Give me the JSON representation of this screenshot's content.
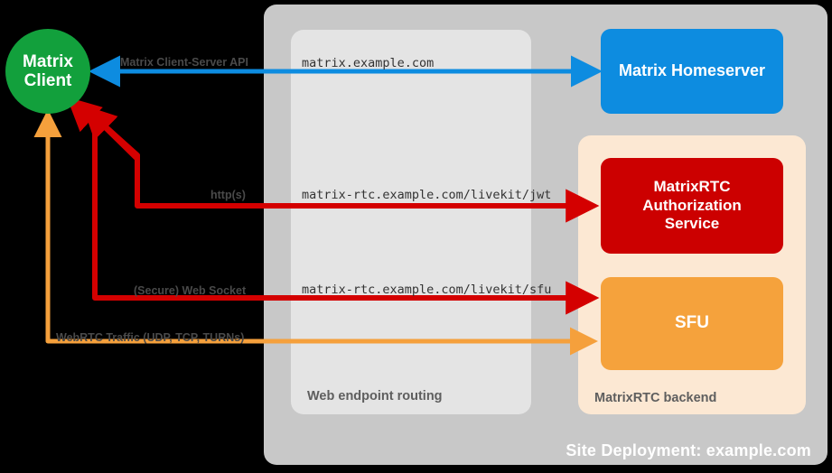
{
  "diagram": {
    "title": "Site Deployment: example.com",
    "colors": {
      "site_container": "#c8c8c8",
      "routing_container": "#e4e4e4",
      "backend_container": "#fce8d3",
      "client": "#12a03c",
      "homeserver": "#0d8ce0",
      "auth_service": "#cc0000",
      "sfu": "#f5a23c",
      "arrow_blue": "#0d8ce0",
      "arrow_red": "#d40000",
      "arrow_orange": "#f5a03c",
      "background": "#000000"
    }
  },
  "containers": {
    "site": {
      "label": "Site Deployment: example.com"
    },
    "routing": {
      "label": "Web endpoint routing"
    },
    "backend": {
      "label": "MatrixRTC backend"
    }
  },
  "nodes": {
    "client": {
      "line1": "Matrix",
      "line2": "Client"
    },
    "homeserver": {
      "label": "Matrix Homeserver"
    },
    "auth": {
      "line1": "MatrixRTC",
      "line2": "Authorization",
      "line3": "Service"
    },
    "sfu": {
      "label": "SFU"
    }
  },
  "endpoints": {
    "homeserver": "matrix.example.com",
    "jwt": "matrix-rtc.example.com/livekit/jwt",
    "sfu": "matrix-rtc.example.com/livekit/sfu"
  },
  "protocols": {
    "client_server_api": "Matrix Client-Server API",
    "https": "http(s)",
    "websocket": "(Secure) Web Socket",
    "webrtc": "WebRTC Traffic (UDP, TCP, TURNs)"
  }
}
